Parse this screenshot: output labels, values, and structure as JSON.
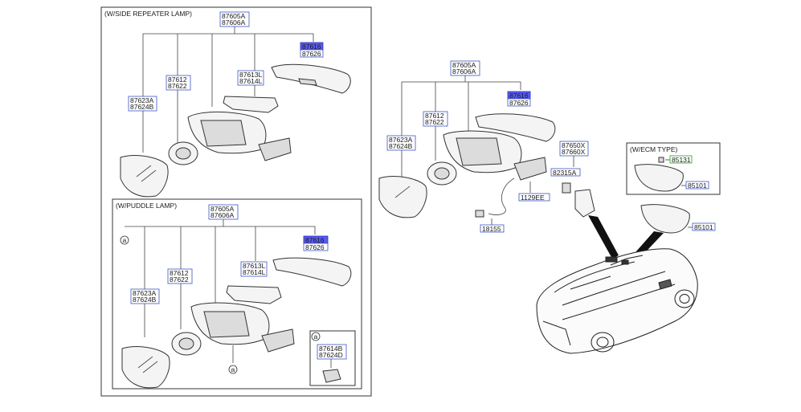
{
  "panels": {
    "side_repeater": {
      "title": "(W/SIDE REPEATER LAMP)",
      "labels": {
        "top_a": "87605A",
        "top_b": "87606A",
        "cover_a": "87616",
        "cover_b": "87626",
        "lamp_a": "87613L",
        "lamp_b": "87614L",
        "motor_a": "87612",
        "motor_b": "87622",
        "glass_a": "87623A",
        "glass_b": "87624B"
      }
    },
    "puddle": {
      "title": "(W/PUDDLE LAMP)",
      "labels": {
        "top_a": "87605A",
        "top_b": "87606A",
        "cover_a": "87616",
        "cover_b": "87626",
        "lamp_a": "87613L",
        "lamp_b": "87614L",
        "motor_a": "87612",
        "motor_b": "87622",
        "glass_a": "87623A",
        "glass_b": "87624B",
        "inset_a": "87614B",
        "inset_b": "87624D"
      },
      "callout": "a"
    },
    "main": {
      "labels": {
        "top_a": "87605A",
        "top_b": "87606A",
        "cover_a": "87616",
        "cover_b": "87626",
        "motor_a": "87612",
        "motor_b": "87622",
        "glass_a": "87623A",
        "glass_b": "87624B",
        "wire": "18155",
        "bolt": "1129EE",
        "sensor_a": "87650X",
        "sensor_b": "87660X",
        "sensor_mount": "82315A",
        "mirror": "85101"
      }
    },
    "ecm": {
      "title": "(W/ECM TYPE)",
      "labels": {
        "bulb": "85131",
        "mirror": "85101"
      }
    }
  },
  "colors": {
    "highlight": "#5a5af0",
    "box_border": "#3a56c7",
    "green_border": "#2c9a2c"
  }
}
